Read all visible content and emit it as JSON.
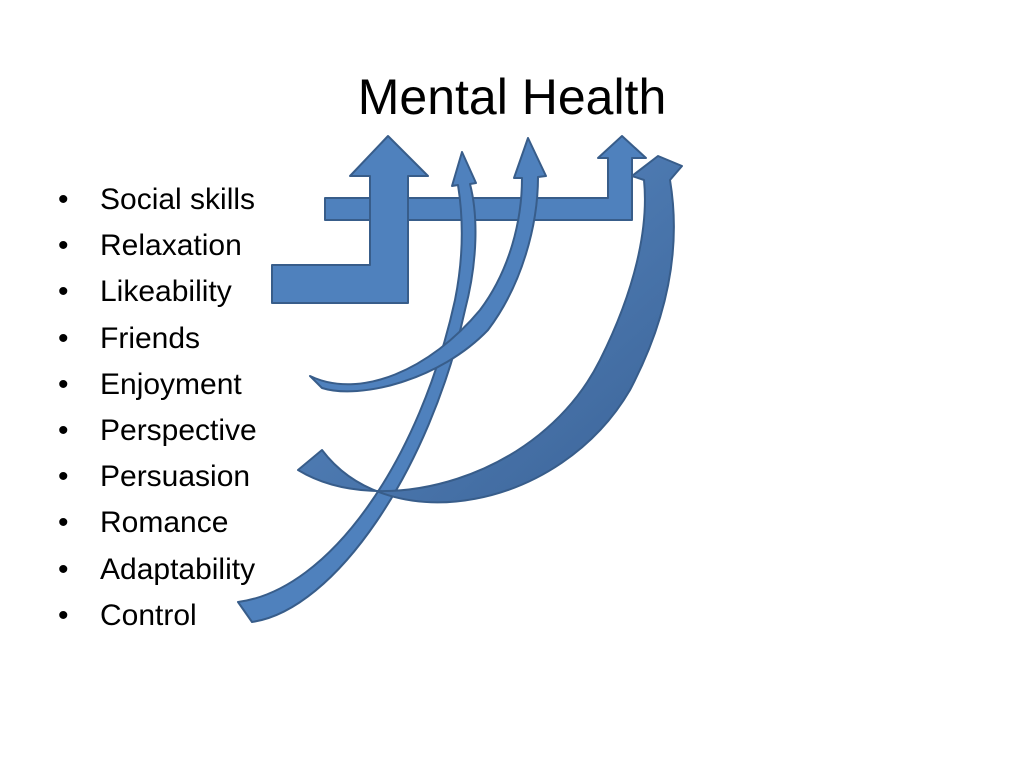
{
  "title": "Mental Health",
  "items": [
    "Social skills",
    "Relaxation",
    "Likeability",
    "Friends",
    "Enjoyment",
    "Perspective",
    "Persuasion",
    "Romance",
    "Adaptability",
    "Control"
  ],
  "colors": {
    "arrow_fill": "#4F81BD",
    "arrow_stroke": "#385D8A",
    "arrow_shade": "#3B6397",
    "text": "#000000",
    "background": "#FFFFFF"
  }
}
